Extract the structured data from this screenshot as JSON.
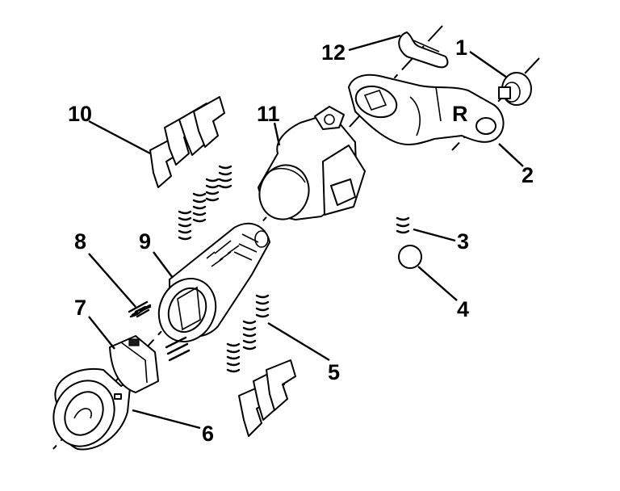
{
  "callouts": [
    {
      "id": "1",
      "text": "1"
    },
    {
      "id": "2",
      "text": "2"
    },
    {
      "id": "3",
      "text": "3"
    },
    {
      "id": "4",
      "text": "4"
    },
    {
      "id": "5",
      "text": "5"
    },
    {
      "id": "6",
      "text": "6"
    },
    {
      "id": "7",
      "text": "7"
    },
    {
      "id": "8",
      "text": "8"
    },
    {
      "id": "9",
      "text": "9"
    },
    {
      "id": "10",
      "text": "10"
    },
    {
      "id": "11",
      "text": "11"
    },
    {
      "id": "12",
      "text": "12"
    }
  ],
  "stamp": {
    "bracket_mark": "R"
  },
  "colors": {
    "line": "#000000",
    "background": "#ffffff"
  }
}
